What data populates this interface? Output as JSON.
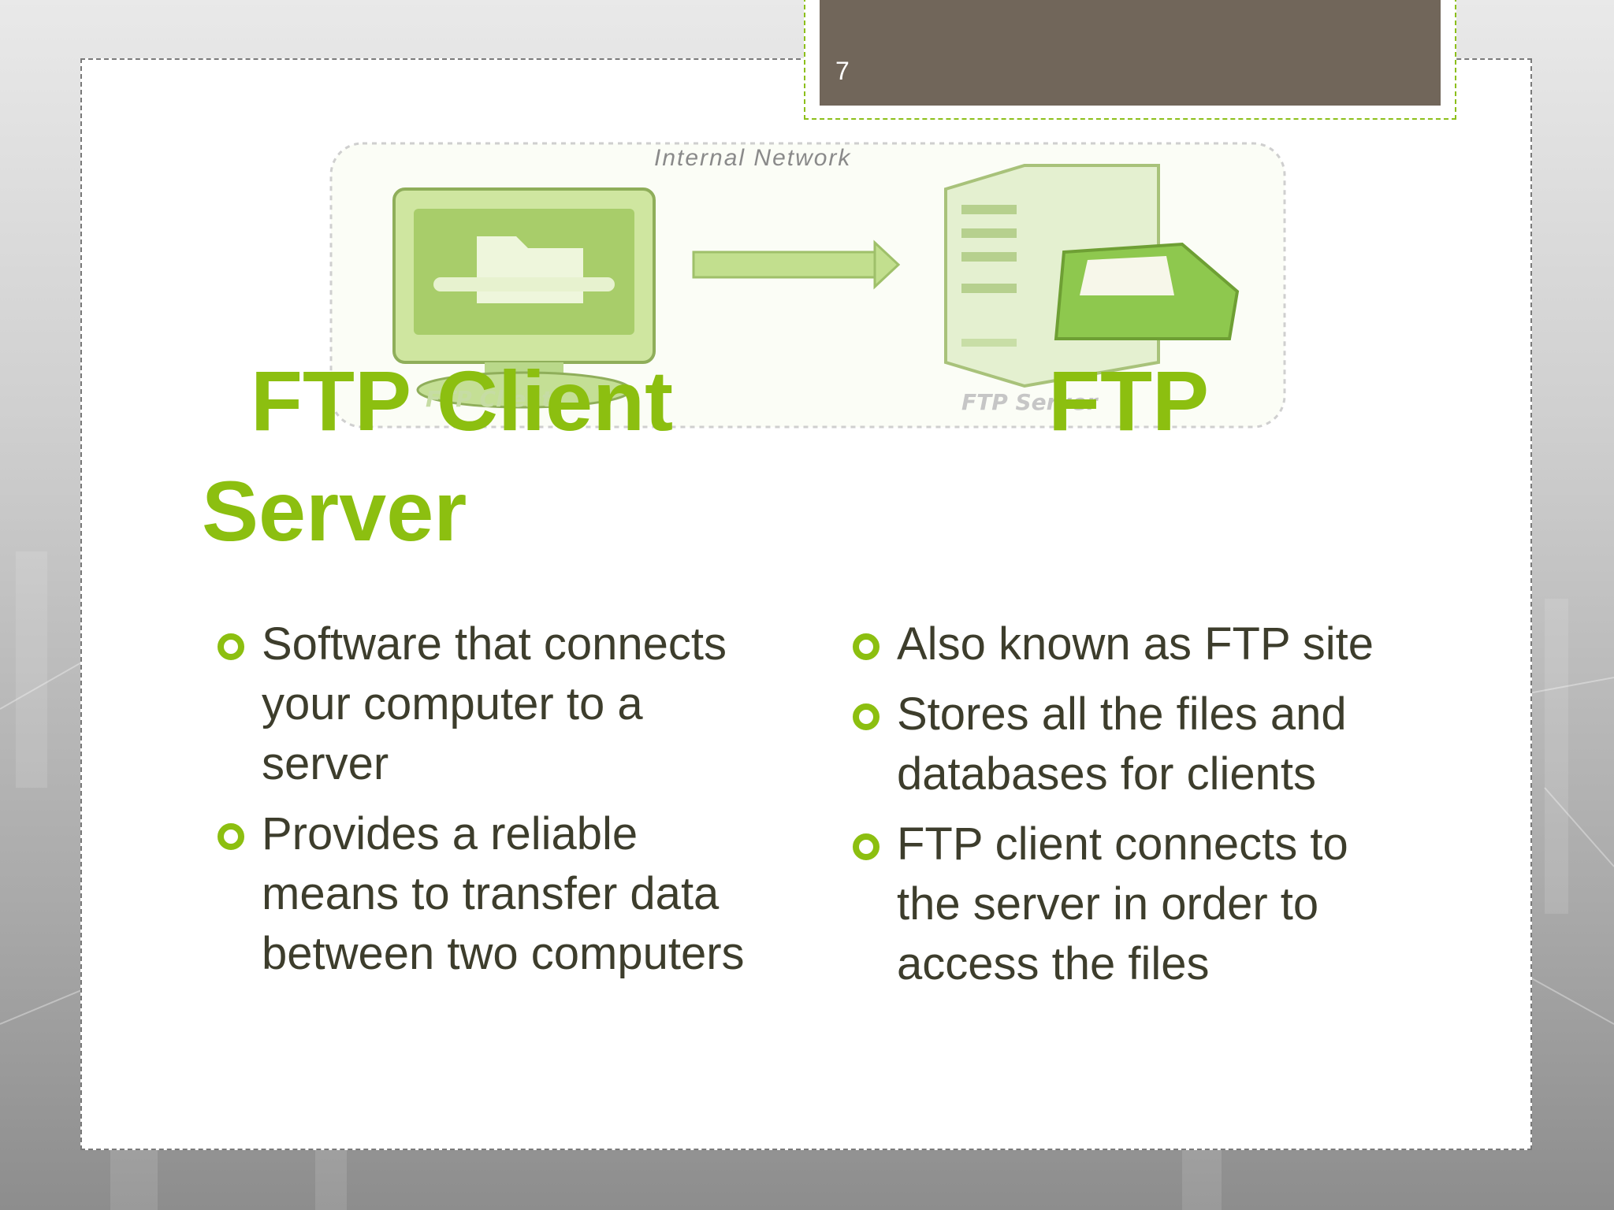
{
  "slide": {
    "page_number": "7",
    "diagram": {
      "network_label": "Internal Network",
      "client_icon": "computer-monitor-folder-icon",
      "server_icon": "server-tower-folder-icon",
      "arrow_icon": "right-arrow-icon"
    },
    "title_line1": "FTP Client              FTP",
    "title_line2": "Server",
    "left_bullets": [
      "Software that connects your computer to a server",
      "Provides a reliable means to transfer data between two computers"
    ],
    "right_bullets": [
      "Also known as FTP site",
      "Stores all the files and databases for clients",
      "FTP client connects to the server in order to access the files"
    ],
    "colors": {
      "accent_green": "#8cbf10",
      "number_box": "#71665a",
      "body_text": "#3d3d2c"
    }
  }
}
